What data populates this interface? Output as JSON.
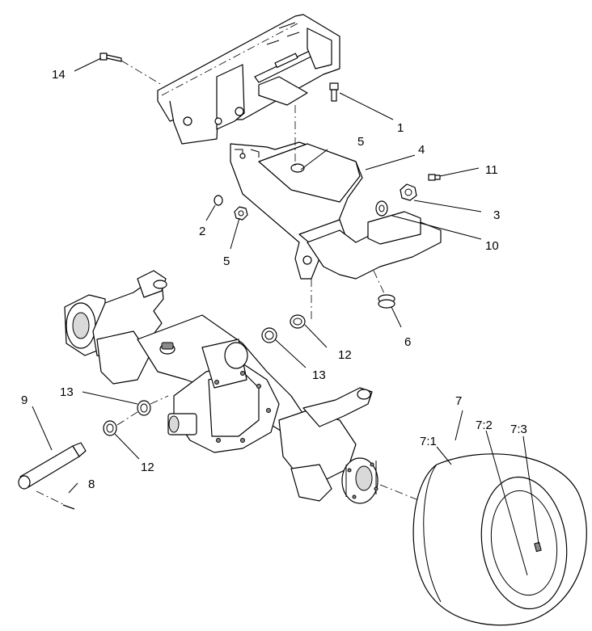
{
  "callouts": {
    "c1": "1",
    "c2": "2",
    "c3": "3",
    "c4": "4",
    "c5a": "5",
    "c5b": "5",
    "c6": "6",
    "c7": "7",
    "c7_1": "7:1",
    "c7_2": "7:2",
    "c7_3": "7:3",
    "c8": "8",
    "c9": "9",
    "c10": "10",
    "c11": "11",
    "c12a": "12",
    "c12b": "12",
    "c13a": "13",
    "c13b": "13",
    "c14": "14"
  },
  "colors": {
    "line": "#000000",
    "fill": "#ffffff",
    "shade": "#d9d9d9"
  }
}
